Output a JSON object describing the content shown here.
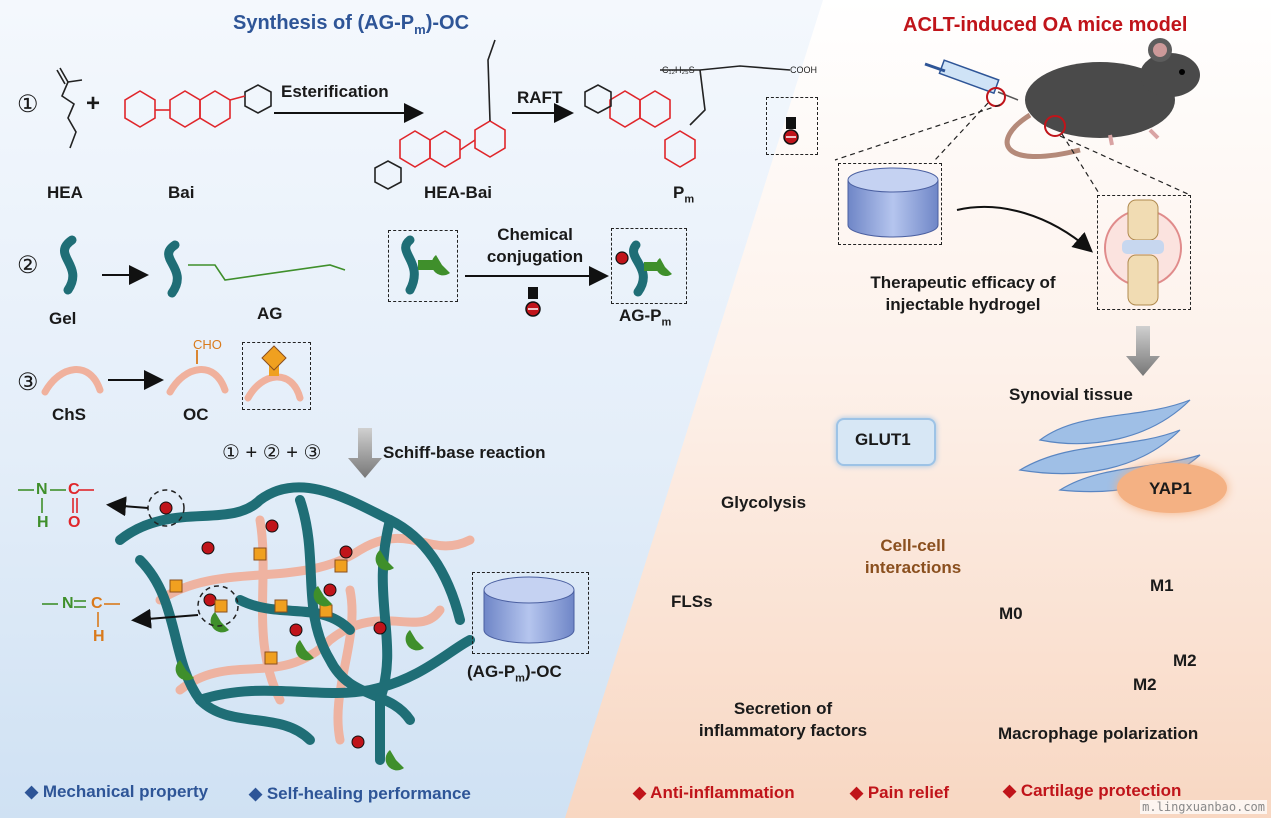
{
  "left_panel": {
    "title_main": "Synthesis of (AG-P",
    "title_sub": "m",
    "title_tail": ")-OC",
    "step_marks": [
      "①",
      "②",
      "③"
    ],
    "row1": {
      "hea": "HEA",
      "plus": "+",
      "bai": "Bai",
      "reaction1": "Esterification",
      "hea_bai": "HEA-Bai",
      "reaction2": "RAFT",
      "pm_main": "P",
      "pm_sub": "m"
    },
    "row2": {
      "gel": "Gel",
      "ag": "AG",
      "reaction": "Chemical\nconjugation",
      "product_main": "AG-P",
      "product_sub": "m"
    },
    "row3": {
      "chs": "ChS",
      "oc": "OC",
      "cho": "CHO"
    },
    "combine": "① + ② + ③",
    "schiff": "Schiff-base reaction",
    "bond1": {
      "n": "N",
      "h": "H",
      "c": "C",
      "o": "O"
    },
    "bond2": {
      "n": "N",
      "c": "C",
      "h": "H"
    },
    "hydrogel_main": "(AG-P",
    "hydrogel_sub": "m",
    "hydrogel_tail": ")-OC",
    "features": [
      "Mechanical property",
      "Self-healing performance"
    ],
    "bullet": "◆"
  },
  "right_panel": {
    "title": "ACLT-induced OA mice model",
    "efficacy": "Therapeutic efficacy of\ninjectable hydrogel",
    "synovial": "Synovial tissue",
    "glut1": "GLUT1",
    "yap1": "YAP1",
    "glycolysis": "Glycolysis",
    "flss": "FLSs",
    "cell_cell": "Cell-cell\ninteractions",
    "m0": "M0",
    "m1": "M1",
    "m2": "M2",
    "secretion": "Secretion of\ninflammatory factors",
    "macrophage": "Macrophage polarization",
    "outcomes": [
      "Anti-inflammation",
      "Pain relief",
      "Cartilage protection"
    ],
    "bullet": "◆"
  },
  "watermark": "m.lingxuanbao.com",
  "colors": {
    "title_left": "#2e5597",
    "title_right": "#c0141a",
    "chem_red": "#e0262b",
    "chem_green": "#3f8f2b",
    "chem_orange": "#d97a1c",
    "polymer_teal": "#1f6e76",
    "chs_pink": "#f0b19d",
    "hydrogel_blue": "#8da6d9"
  }
}
